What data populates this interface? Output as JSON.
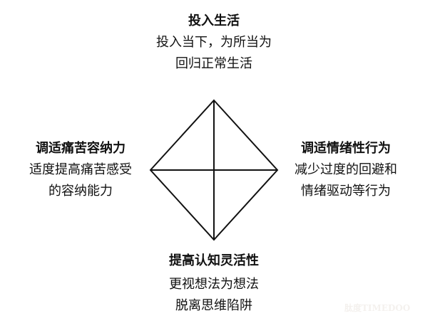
{
  "diagram": {
    "type": "diamond-quadrant",
    "line_color": "#111111",
    "top": {
      "title": "投入生活",
      "lines": [
        "投入当下，为所当为",
        "回归正常生活"
      ]
    },
    "left": {
      "title": "调适痛苦容纳力",
      "lines": [
        "适度提高痛苦感受",
        "的容纳能力"
      ]
    },
    "right": {
      "title": "调适情绪性行为",
      "lines": [
        "减少过度的回避和",
        "情绪驱动等行为"
      ]
    },
    "bottom": {
      "title": "提高认知灵活性",
      "lines": [
        "更视想法为想法",
        "脱离思维陷阱"
      ]
    }
  },
  "watermark": "肽度TIMEDOO"
}
